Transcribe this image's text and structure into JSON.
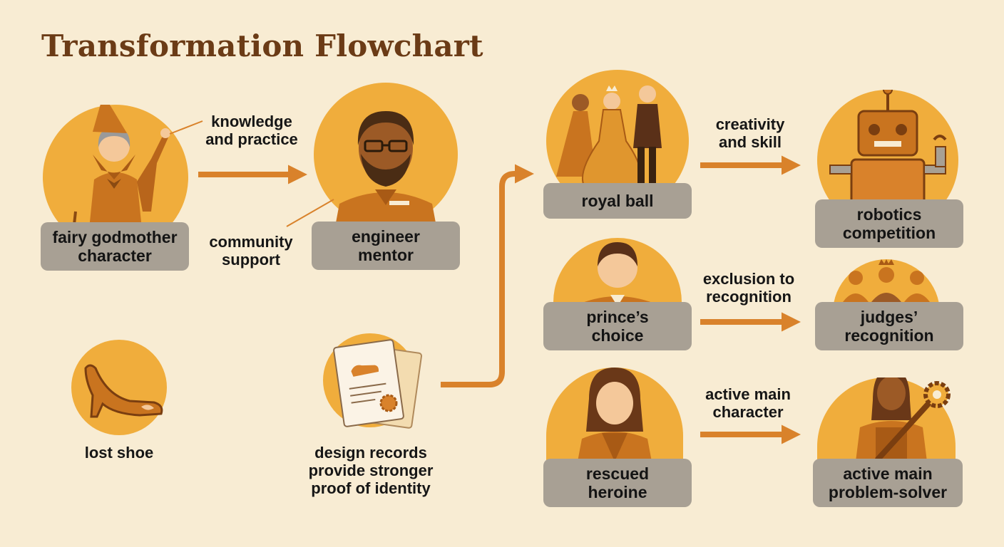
{
  "title": "Transformation Flowchart",
  "nodes": {
    "fairy_godmother": [
      "fairy godmother",
      "character"
    ],
    "engineer_mentor": [
      "engineer",
      "mentor"
    ],
    "lost_shoe": [
      "lost shoe"
    ],
    "design_records": [
      "design records",
      "provide stronger",
      "proof of identity"
    ],
    "royal_ball": [
      "royal ball"
    ],
    "robotics_competition": [
      "robotics",
      "competition"
    ],
    "princes_choice": [
      "prince’s",
      "choice"
    ],
    "judges_recognition": [
      "judges’",
      "recognition"
    ],
    "rescued_heroine": [
      "rescued",
      "heroine"
    ],
    "active_problem_solver": [
      "active main",
      "problem-solver"
    ]
  },
  "edge_labels": {
    "knowledge": [
      "knowledge",
      "and practice"
    ],
    "community": [
      "community",
      "support"
    ],
    "creativity": [
      "creativity",
      "and skill"
    ],
    "exclusion": [
      "exclusion to",
      "recognition"
    ],
    "active": [
      "active main",
      "character"
    ]
  },
  "colors": {
    "background": "#f8ecd3",
    "circle": "#f0ad3c",
    "arrow": "#d9822b",
    "box": "#a8a094",
    "title": "#6b3b16",
    "figure": "#c9741f"
  },
  "icons": {
    "fairy_godmother": "fairy-godmother-icon",
    "engineer_mentor": "engineer-icon",
    "lost_shoe": "high-heel-shoe-icon",
    "design_records": "document-icon",
    "royal_ball": "dancers-icon",
    "robotics_competition": "robot-icon",
    "princes_choice": "prince-icon",
    "judges_recognition": "judges-icon",
    "rescued_heroine": "heroine-icon",
    "active_problem_solver": "mechanic-icon"
  }
}
